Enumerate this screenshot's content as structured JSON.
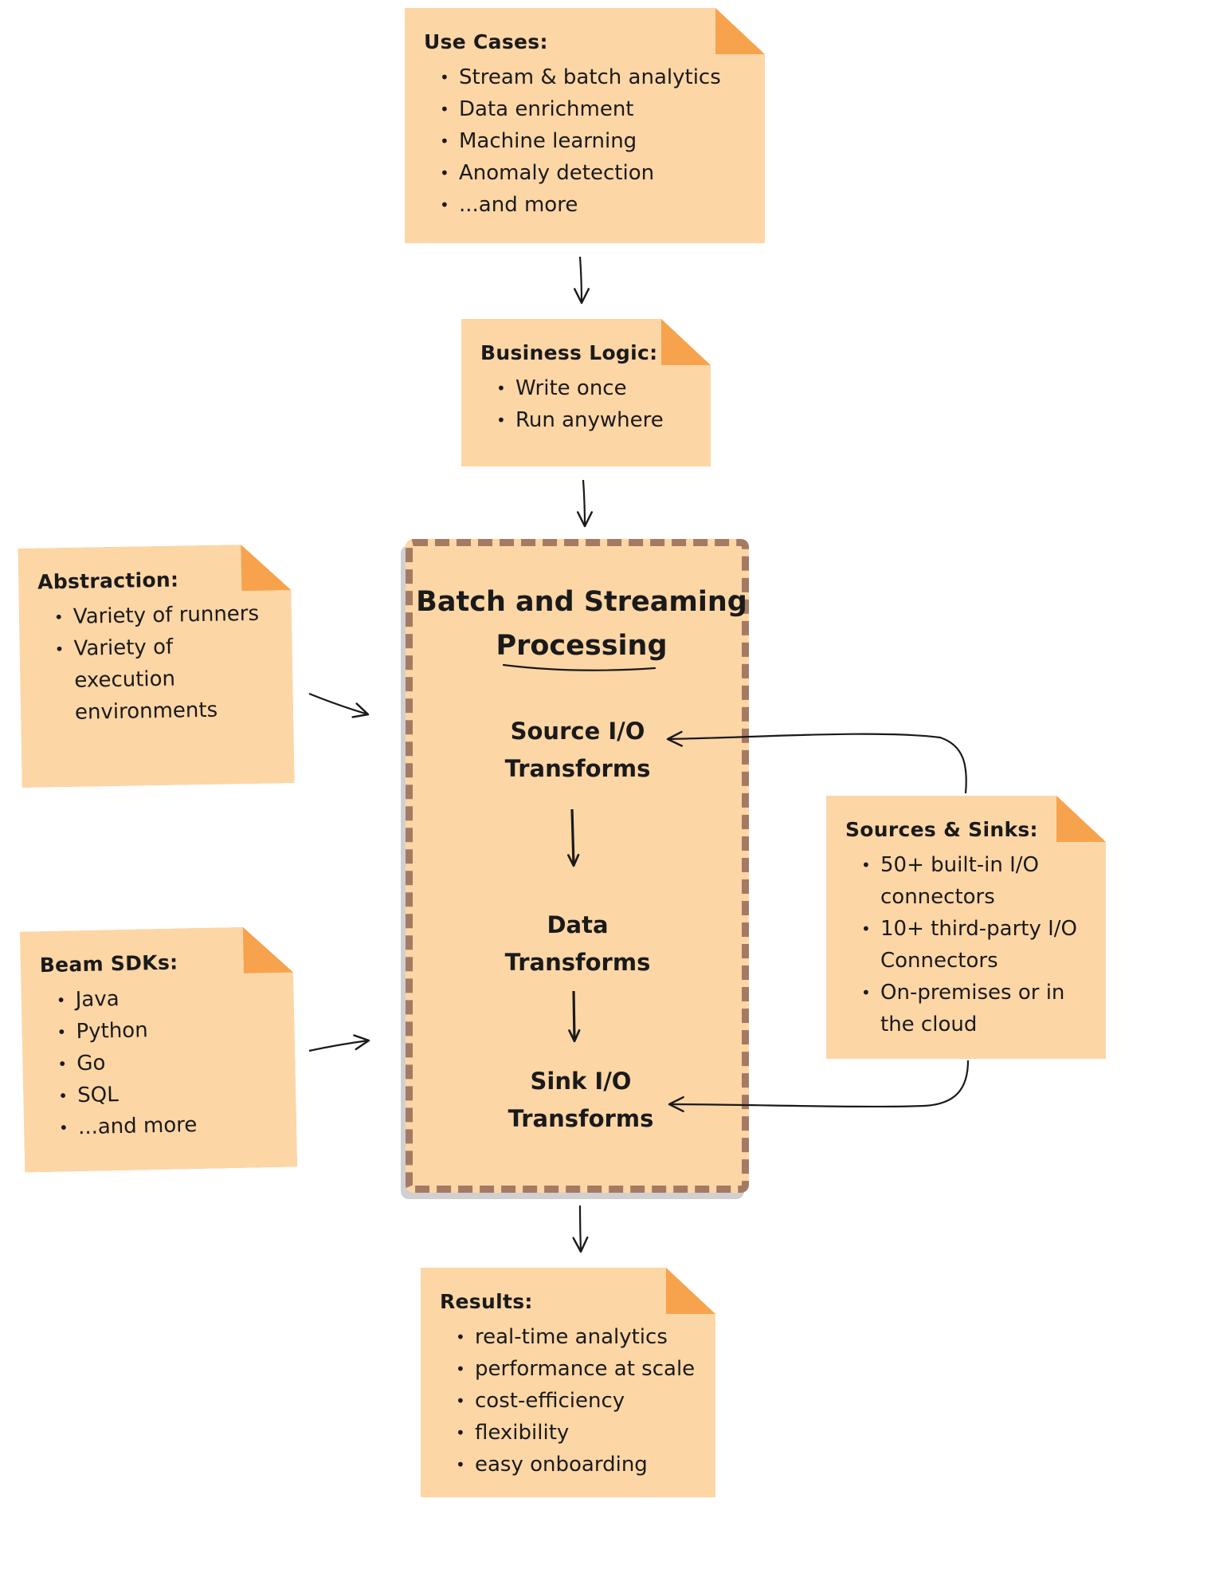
{
  "notes": {
    "use_cases": {
      "title": "Use Cases:",
      "items": [
        "Stream & batch analytics",
        "Data enrichment",
        "Machine learning",
        "Anomaly detection",
        "...and more"
      ]
    },
    "business_logic": {
      "title": "Business Logic:",
      "items": [
        "Write once",
        "Run anywhere"
      ]
    },
    "abstraction": {
      "title": "Abstraction:",
      "items": [
        "Variety of runners",
        "Variety of execution environments"
      ]
    },
    "beam_sdks": {
      "title": "Beam SDKs:",
      "items": [
        "Java",
        "Python",
        "Go",
        "SQL",
        "...and more"
      ]
    },
    "sources_sinks": {
      "title": "Sources & Sinks:",
      "items": [
        "50+ built-in I/O connectors",
        "10+ third-party I/O Connectors",
        "On-premises or in the cloud"
      ]
    },
    "results": {
      "title": "Results:",
      "items": [
        "real-time analytics",
        "performance at scale",
        "cost-efficiency",
        "flexibility",
        "easy onboarding"
      ]
    }
  },
  "processing": {
    "title_line1": "Batch and Streaming",
    "title_line2": "Processing",
    "source_line1": "Source I/O",
    "source_line2": "Transforms",
    "data_line1": "Data",
    "data_line2": "Transforms",
    "sink_line1": "Sink I/O",
    "sink_line2": "Transforms"
  },
  "colors": {
    "note_fill": "#fdd6a6",
    "note_fold": "#f7a24d",
    "box_border": "#a47a62",
    "ink": "#1a1a1a"
  }
}
